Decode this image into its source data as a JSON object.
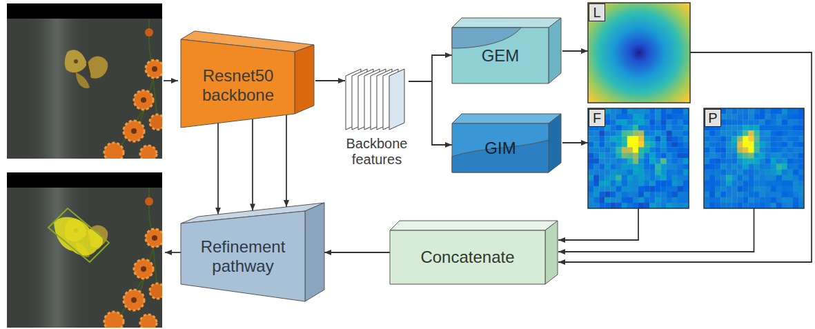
{
  "diagram": {
    "nodes": [
      {
        "text": [
          "Resnet50 backbone"
        ]
      },
      {
        "text": [
          "Backbone features"
        ]
      },
      {
        "text": [
          "GEM"
        ]
      },
      {
        "text": [
          "GIM"
        ]
      },
      {
        "text": [
          "L"
        ]
      },
      {
        "text": [
          "F"
        ]
      },
      {
        "text": [
          "P"
        ]
      },
      {
        "text": [
          "Refinement pathway"
        ]
      },
      {
        "text": [
          "Concatenate"
        ]
      }
    ],
    "edges": [
      {
        "from": 0,
        "to": 1,
        "arrow": "to"
      },
      {
        "from": 1,
        "to": 2,
        "arrow": "to"
      },
      {
        "from": 1,
        "to": 3,
        "arrow": "to"
      },
      {
        "from": 2,
        "to": 4,
        "arrow": "to"
      },
      {
        "from": 3,
        "to": 5,
        "arrow": "to"
      },
      {
        "from": 4,
        "to": 8,
        "arrow": "to"
      },
      {
        "from": 5,
        "to": 8,
        "arrow": "to"
      },
      {
        "from": 6,
        "to": 8,
        "arrow": "to"
      },
      {
        "from": 8,
        "to": 7,
        "arrow": "to"
      },
      {
        "from": 0,
        "to": 7,
        "arrow": "to"
      },
      {
        "from": 0,
        "to": 7,
        "arrow": "to"
      },
      {
        "from": 0,
        "to": 7,
        "arrow": "to"
      }
    ]
  }
}
